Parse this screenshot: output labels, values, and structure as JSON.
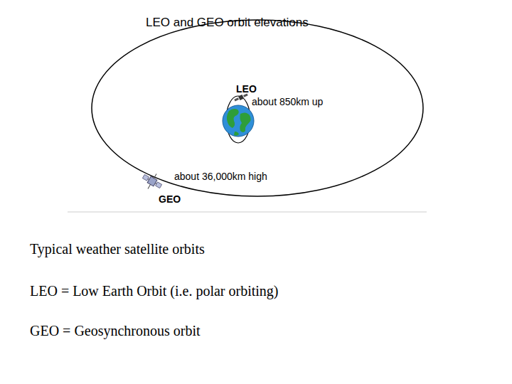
{
  "diagram": {
    "title": "LEO and GEO orbit elevations",
    "labels": [
      "LEO",
      "about 850km up",
      "about 36,000km high",
      "GEO",
      "Typical weather satellite orbits",
      "LEO = Low Earth Orbit (i.e. polar orbiting)",
      "GEO = Geosynchronous orbit"
    ]
  }
}
